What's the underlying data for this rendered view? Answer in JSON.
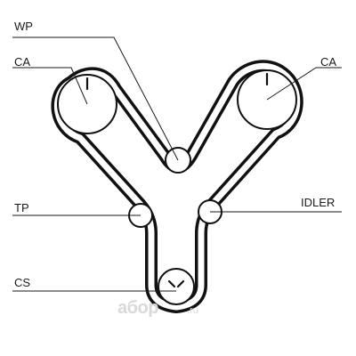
{
  "labels": {
    "wp": "WP",
    "ca_left": "CA",
    "ca_right": "CA",
    "tp": "TP",
    "idler": "IDLER",
    "cs": "CS"
  },
  "watermark": {
    "main": "aбор",
    "suffix": ".ru"
  },
  "colors": {
    "belt": "#111111",
    "label": "#1a1a1a",
    "watermark": "#d9d9d9"
  }
}
